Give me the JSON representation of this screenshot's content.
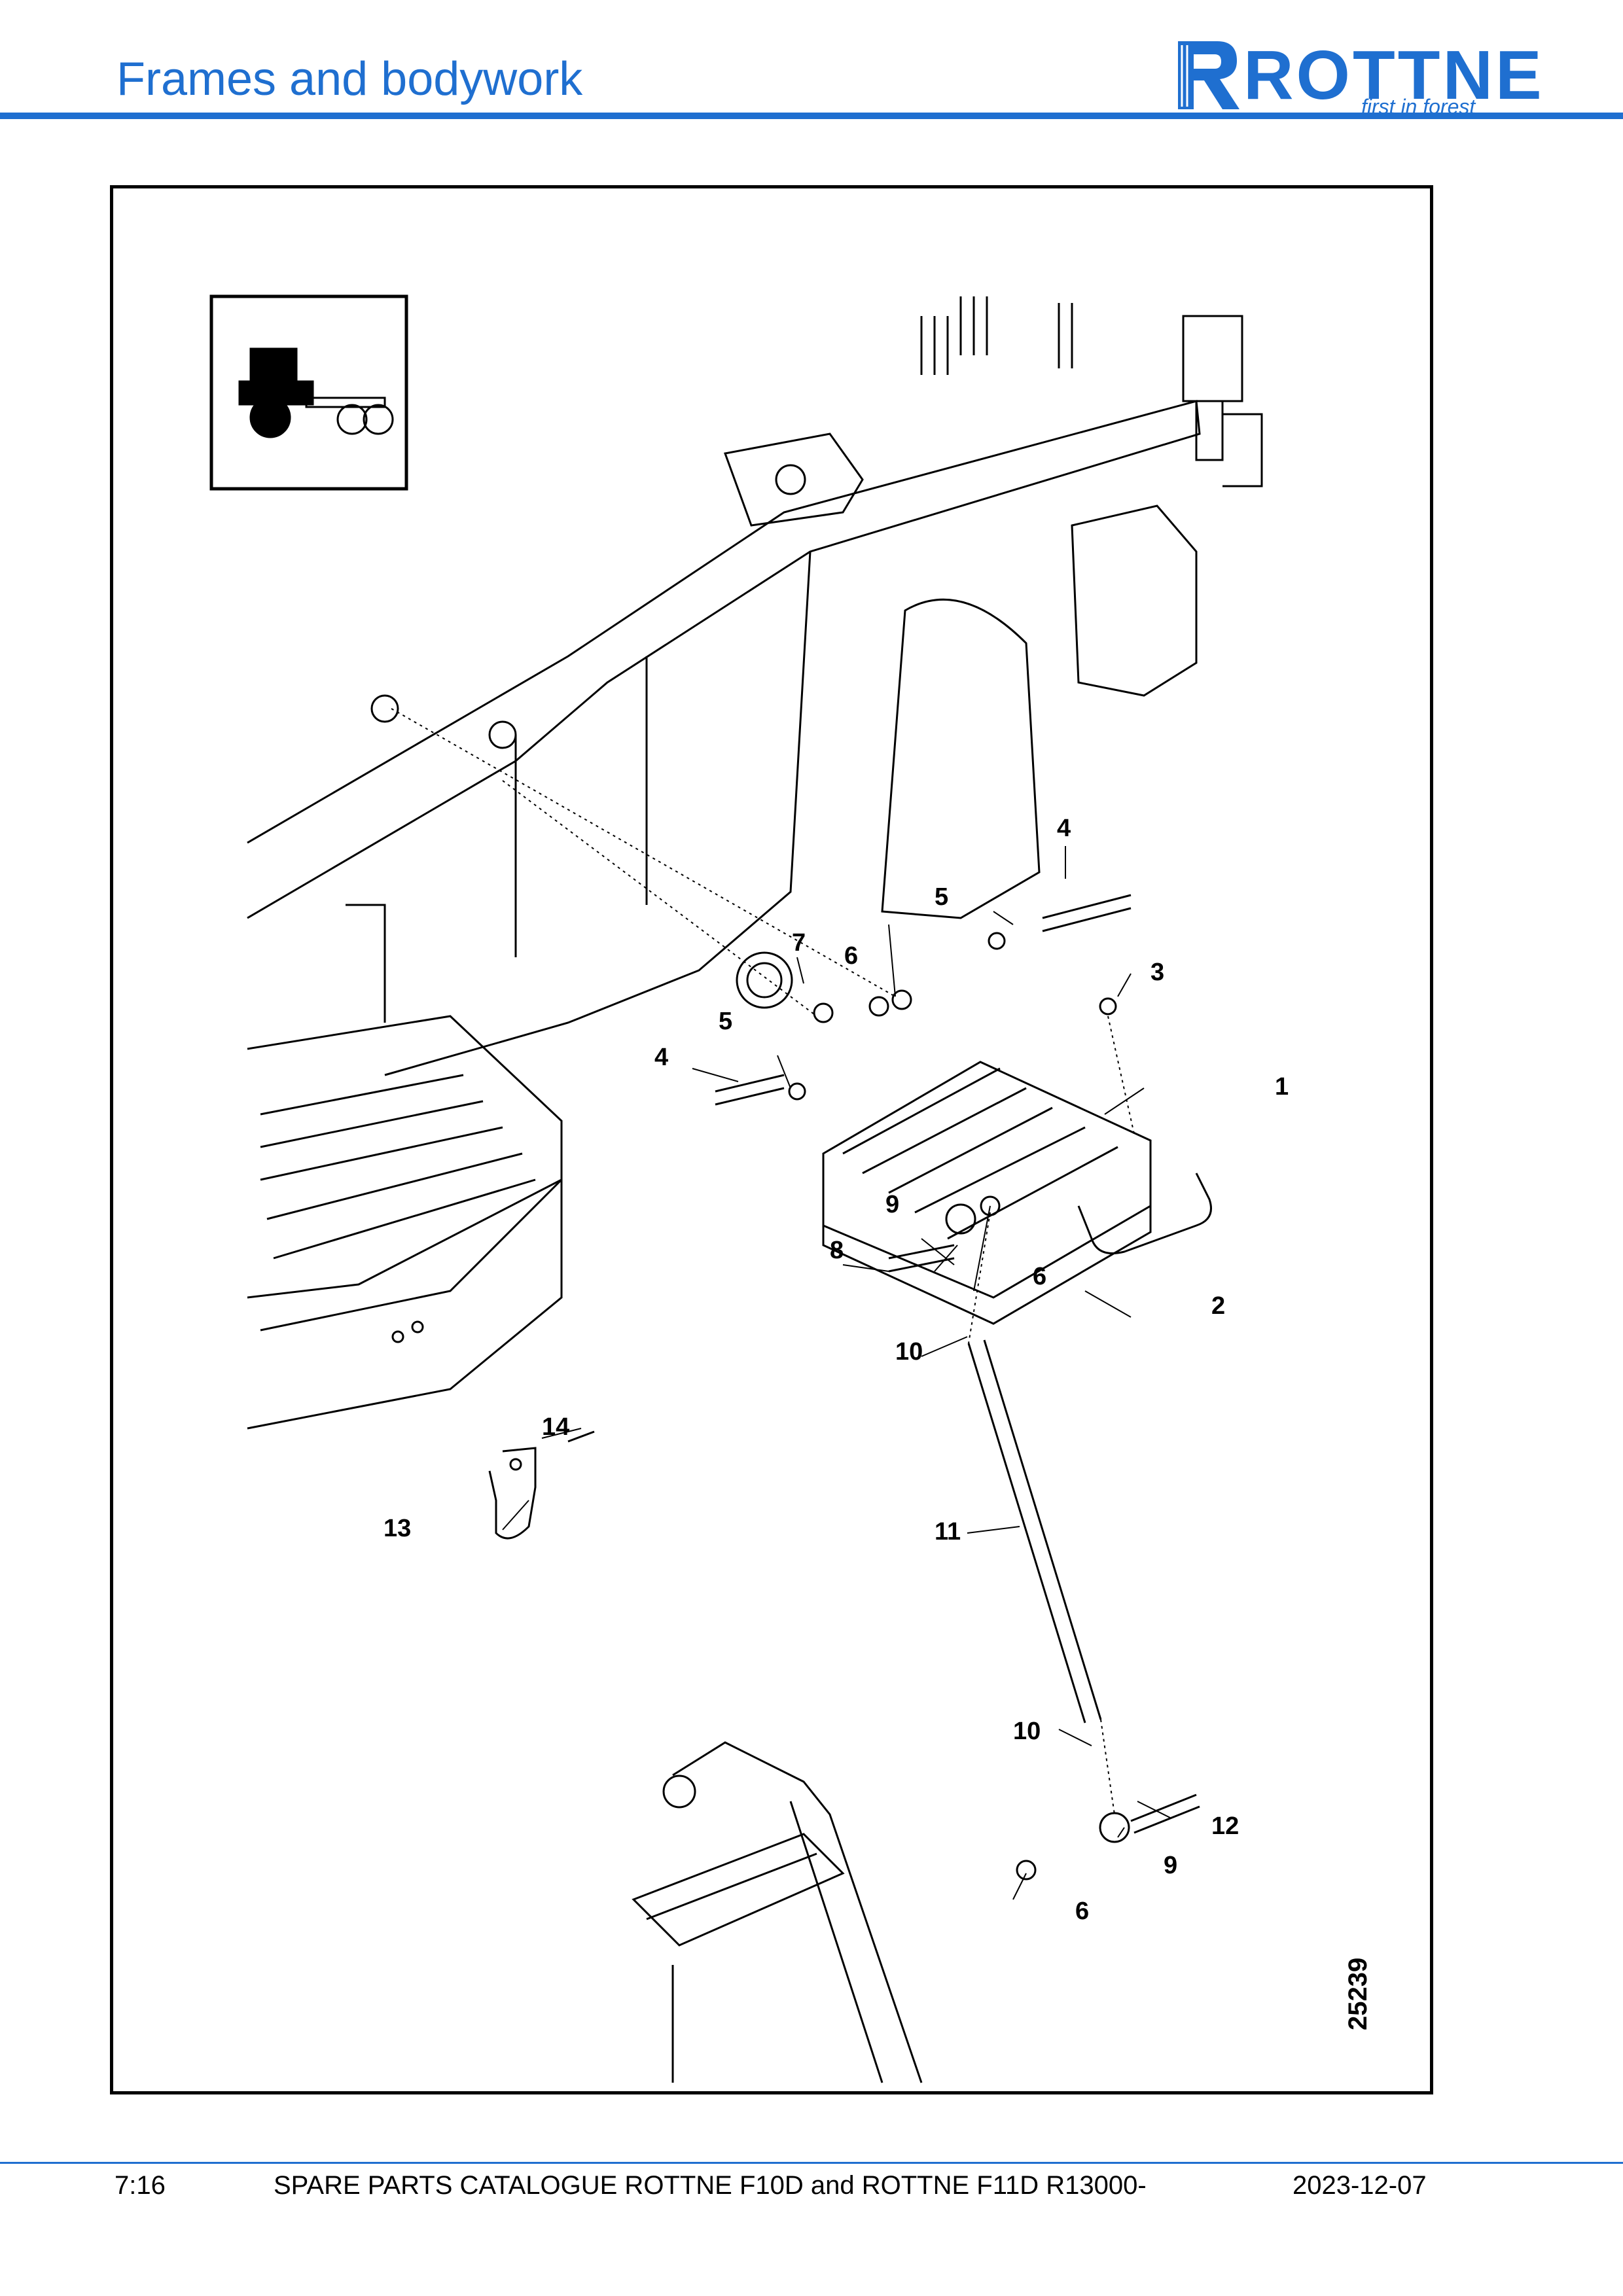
{
  "header": {
    "title": "Frames and bodywork",
    "logo_word": "ROTTNE",
    "logo_tagline": "first in forest",
    "brand_color": "#1f6fd0"
  },
  "drawing": {
    "drawing_number": "25239",
    "callouts": [
      "1",
      "2",
      "3",
      "4",
      "4",
      "5",
      "5",
      "6",
      "6",
      "6",
      "7",
      "8",
      "9",
      "9",
      "10",
      "10",
      "11",
      "12",
      "13",
      "14"
    ]
  },
  "footer": {
    "page_number": "7:16",
    "catalogue_title": "SPARE PARTS CATALOGUE ROTTNE F10D and ROTTNE F11D R13000-",
    "date": "2023-12-07"
  }
}
